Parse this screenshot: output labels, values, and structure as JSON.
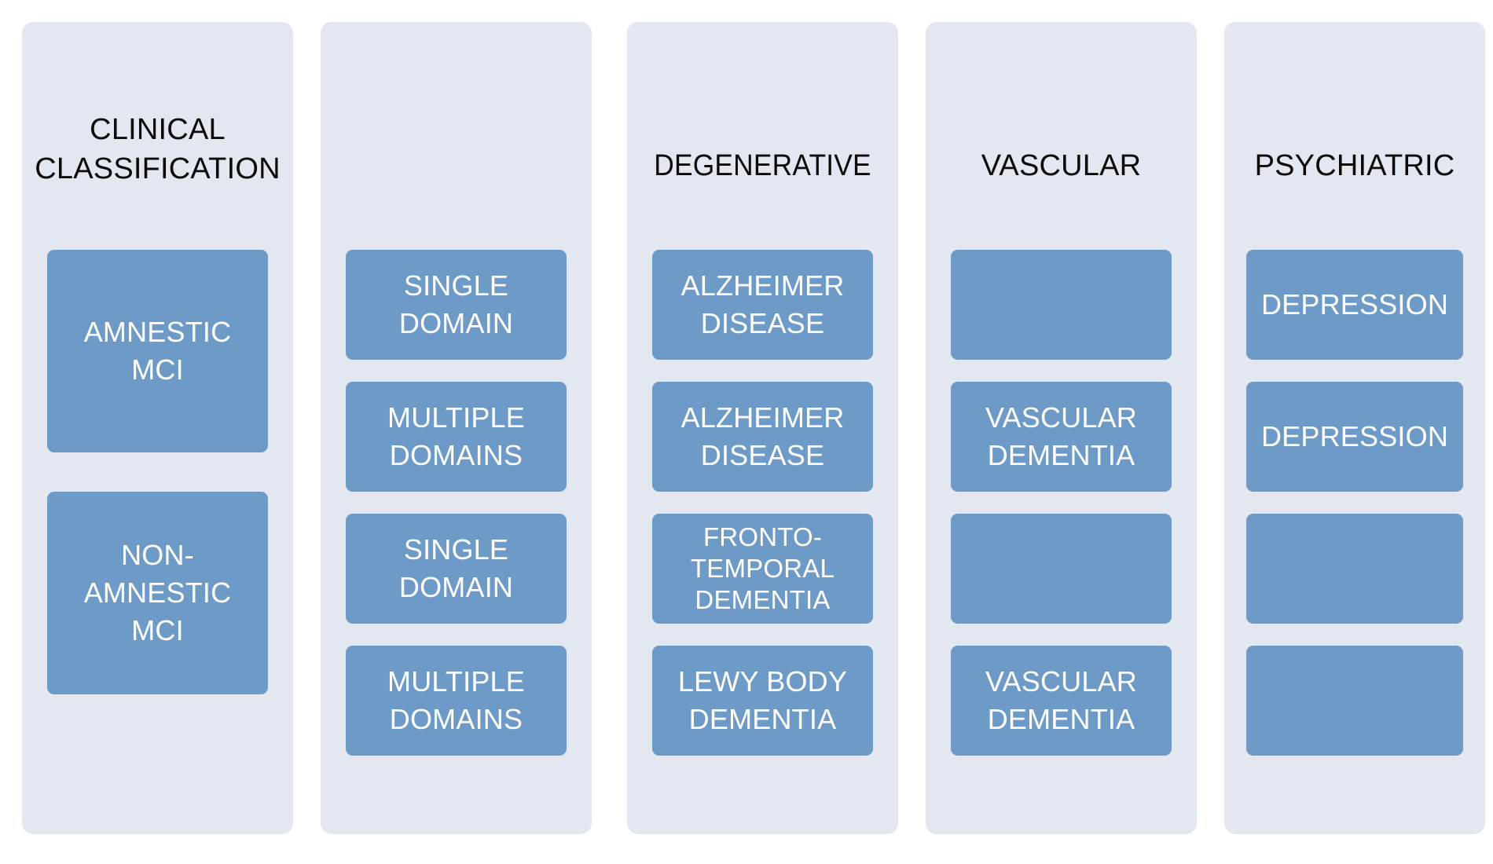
{
  "figure": {
    "type": "diagram",
    "title_present": false,
    "background_color": "#ffffff",
    "panel_color": "#e3e7f0",
    "box_color": "#6e9ac8",
    "box_text_color": "#ffffff",
    "header_text_color": "#0a0a0a"
  },
  "columns": [
    {
      "id": "clinical-classification",
      "header": "CLINICAL\nCLASSIFICATION",
      "header_lines": 2,
      "boxes": [
        {
          "label": "AMNESTIC\nMCI",
          "empty": false
        },
        {
          "label": "NON-\nAMNESTIC\nMCI",
          "empty": false
        }
      ]
    },
    {
      "id": "domains",
      "header": "",
      "header_lines": 0,
      "boxes": [
        {
          "label": "SINGLE\nDOMAIN",
          "empty": false
        },
        {
          "label": "MULTIPLE\nDOMAINS",
          "empty": false
        },
        {
          "label": "SINGLE\nDOMAIN",
          "empty": false
        },
        {
          "label": "MULTIPLE\nDOMAINS",
          "empty": false
        }
      ]
    },
    {
      "id": "degenerative",
      "header": "DEGENERATIVE",
      "header_lines": 1,
      "boxes": [
        {
          "label": "ALZHEIMER\nDISEASE",
          "empty": false
        },
        {
          "label": "ALZHEIMER\nDISEASE",
          "empty": false
        },
        {
          "label": "FRONTO-\nTEMPORAL\nDEMENTIA",
          "empty": false
        },
        {
          "label": "LEWY BODY\nDEMENTIA",
          "empty": false
        }
      ]
    },
    {
      "id": "vascular",
      "header": "VASCULAR",
      "header_lines": 1,
      "boxes": [
        {
          "label": "",
          "empty": true
        },
        {
          "label": "VASCULAR\nDEMENTIA",
          "empty": false
        },
        {
          "label": "",
          "empty": true
        },
        {
          "label": "VASCULAR\nDEMENTIA",
          "empty": false
        }
      ]
    },
    {
      "id": "psychiatric",
      "header": "PSYCHIATRIC",
      "header_lines": 1,
      "boxes": [
        {
          "label": "DEPRESSION",
          "empty": false
        },
        {
          "label": "DEPRESSION",
          "empty": false
        },
        {
          "label": "",
          "empty": true
        },
        {
          "label": "",
          "empty": true
        }
      ]
    }
  ]
}
